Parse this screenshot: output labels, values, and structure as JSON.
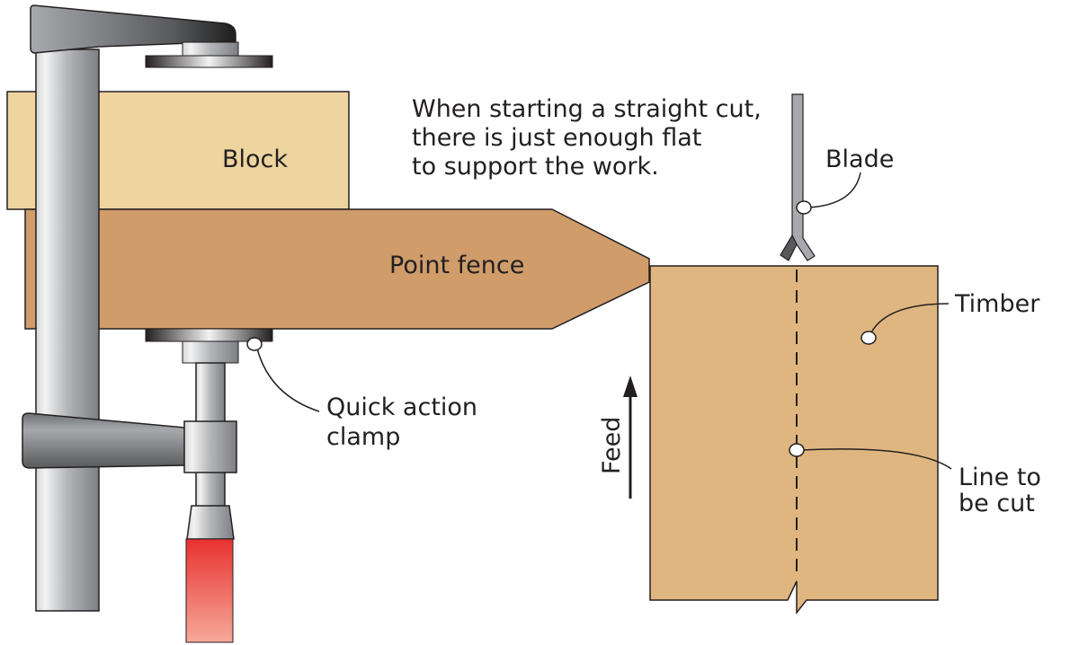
{
  "caption": {
    "lines": [
      "When starting a straight cut,",
      "there is just enough flat",
      "to support the work."
    ]
  },
  "labels": {
    "block": "Block",
    "point_fence": "Point fence",
    "clamp": [
      "Quick action",
      "clamp"
    ],
    "blade": "Blade",
    "timber": "Timber",
    "line_to_cut": [
      "Line to",
      "be cut"
    ],
    "feed": "Feed"
  },
  "colors": {
    "block": "#eed49e",
    "point_fence": "#cf9c6a",
    "timber": "#dfb67f",
    "clamp_steel": "#9a9ca0",
    "handle_red": "#e8312f"
  }
}
